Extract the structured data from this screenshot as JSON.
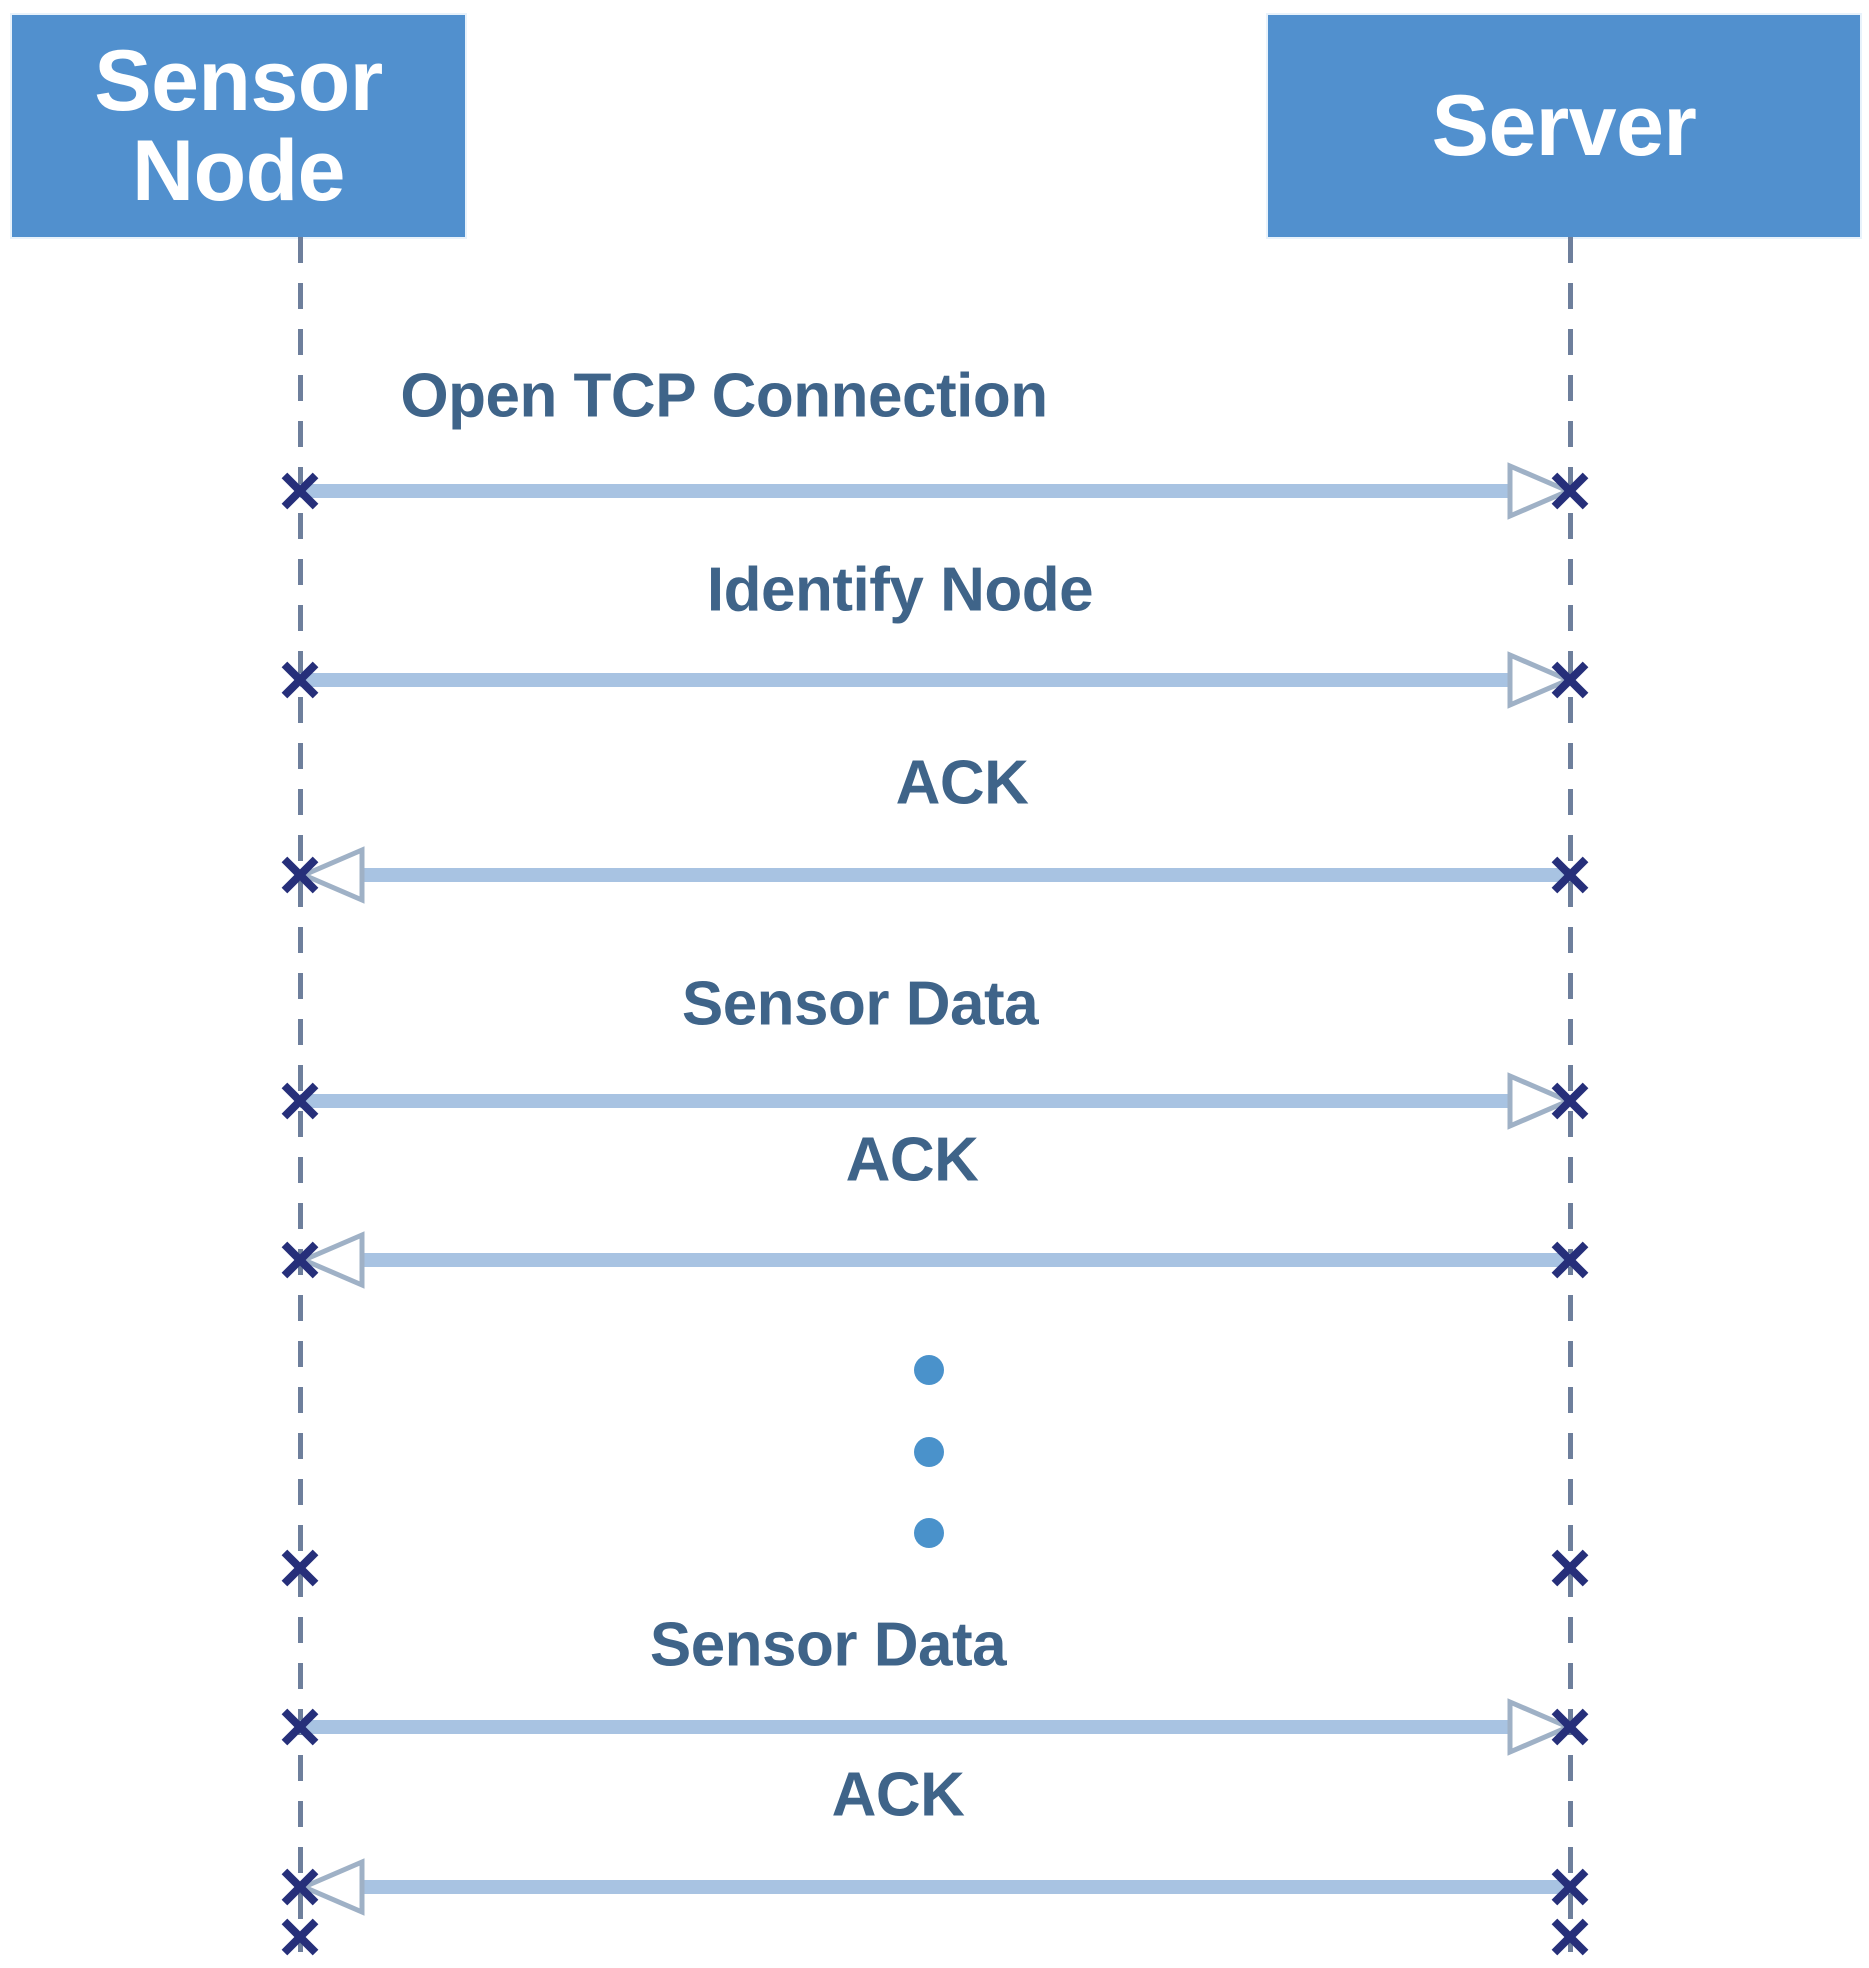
{
  "diagram": {
    "type": "sequence-diagram",
    "title": "Sensor Node to Server communication sequence",
    "colors": {
      "actor_box_fill": "#5190ce",
      "actor_box_text": "#ffffff",
      "message_line": "#a8c3e2",
      "label_text": "#3f6489",
      "lifeline": "#6e7f9c",
      "x_marker": "#262f7a",
      "arrowhead_fill": "#ffffff",
      "arrowhead_stroke": "#9fb1c6",
      "ellipsis_dot": "#4a92cb"
    }
  },
  "actors": [
    {
      "id": "sensor-node",
      "label": "Sensor\nNode",
      "label_line1": "Sensor",
      "label_line2": "Node"
    },
    {
      "id": "server",
      "label": "Server",
      "label_line1": "Server",
      "label_line2": ""
    }
  ],
  "messages": [
    {
      "index": 0,
      "label": "Open TCP Connection",
      "from": "sensor-node",
      "to": "server",
      "direction": "right",
      "arrow": "open"
    },
    {
      "index": 1,
      "label": "Identify Node",
      "from": "sensor-node",
      "to": "server",
      "direction": "right",
      "arrow": "open"
    },
    {
      "index": 2,
      "label": "ACK",
      "from": "server",
      "to": "sensor-node",
      "direction": "left",
      "arrow": "open"
    },
    {
      "index": 3,
      "label": "Sensor Data",
      "from": "sensor-node",
      "to": "server",
      "direction": "right",
      "arrow": "open"
    },
    {
      "index": 4,
      "label": "ACK",
      "from": "server",
      "to": "sensor-node",
      "direction": "left",
      "arrow": "open"
    },
    {
      "index": 5,
      "label": "Sensor Data",
      "from": "sensor-node",
      "to": "server",
      "direction": "right",
      "arrow": "open"
    },
    {
      "index": 6,
      "label": "ACK",
      "from": "server",
      "to": "sensor-node",
      "direction": "left",
      "arrow": "open"
    }
  ],
  "ellipsis": {
    "dots": 3,
    "meaning": "repeated sensor data / ACK exchanges"
  }
}
